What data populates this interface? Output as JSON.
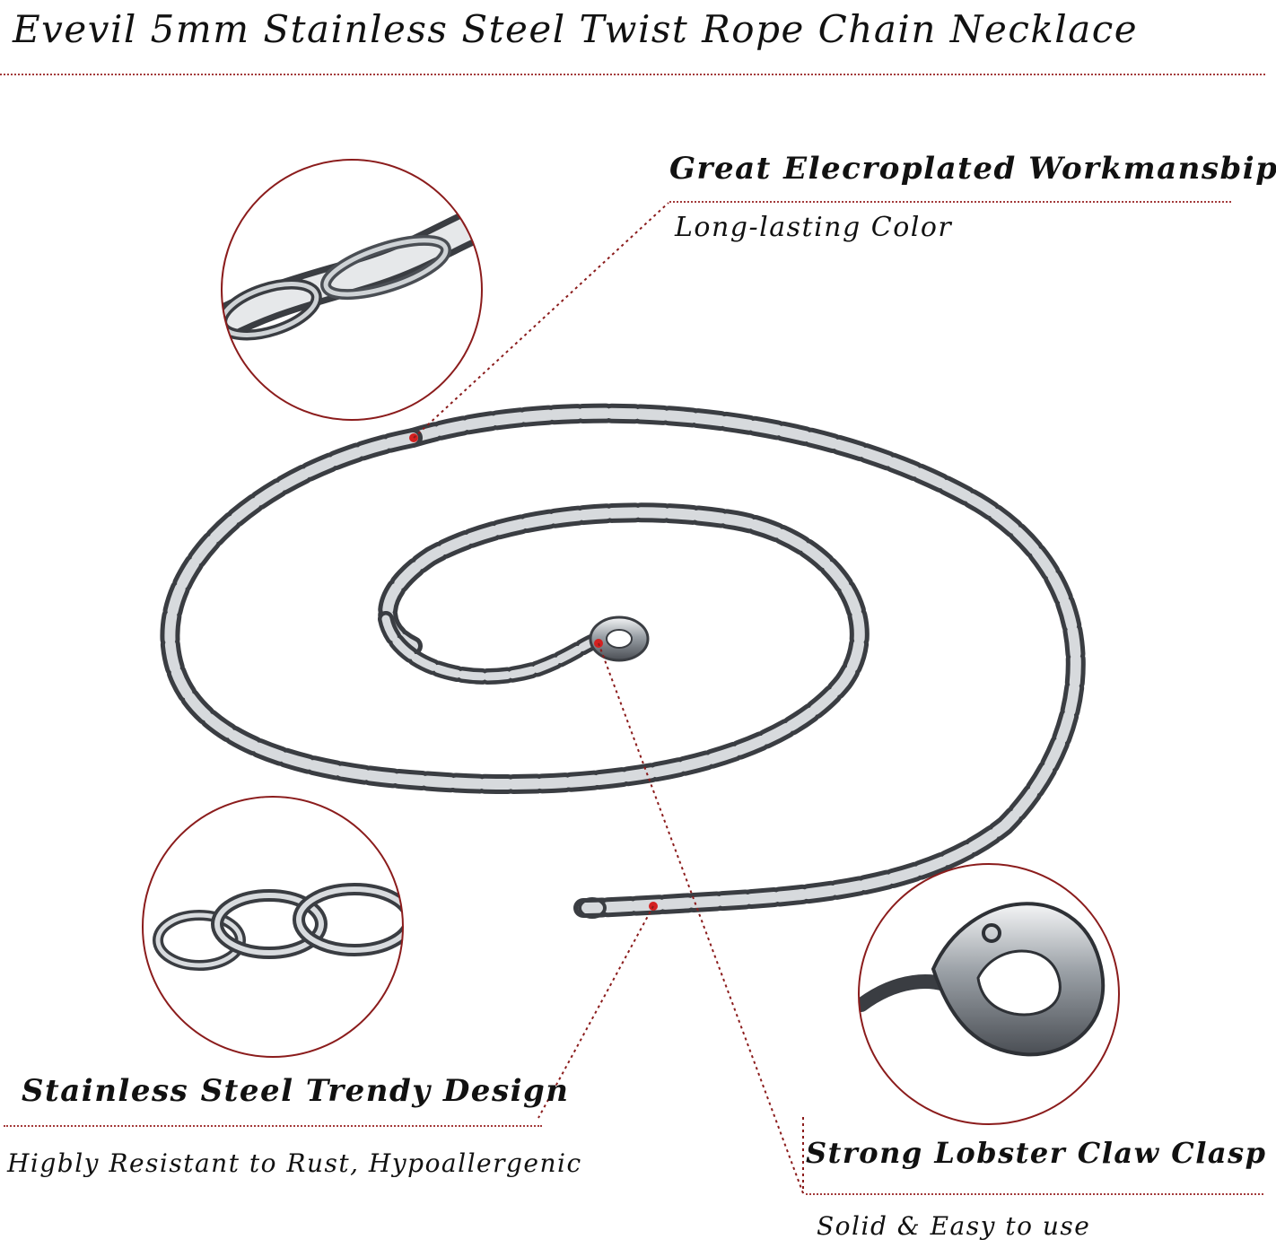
{
  "title": "Evevil 5mm Stainless Steel Twist Rope Chain Necklace",
  "features": [
    {
      "title": "Great Elecroplated Workmansbip",
      "subtitle": "Long-lasting Color"
    },
    {
      "title": "Stainless Steel Trendy Design",
      "subtitle": "Higbly Resistant to Rust, Hypoallergenic"
    },
    {
      "title": "Strong Lobster Claw Clasp",
      "subtitle": "Solid & Easy to use"
    }
  ],
  "colors": {
    "accent": "#8b1c1c",
    "marker": "#d42020",
    "steel": "#9aa0a6",
    "steel_dark": "#3a3d42"
  }
}
